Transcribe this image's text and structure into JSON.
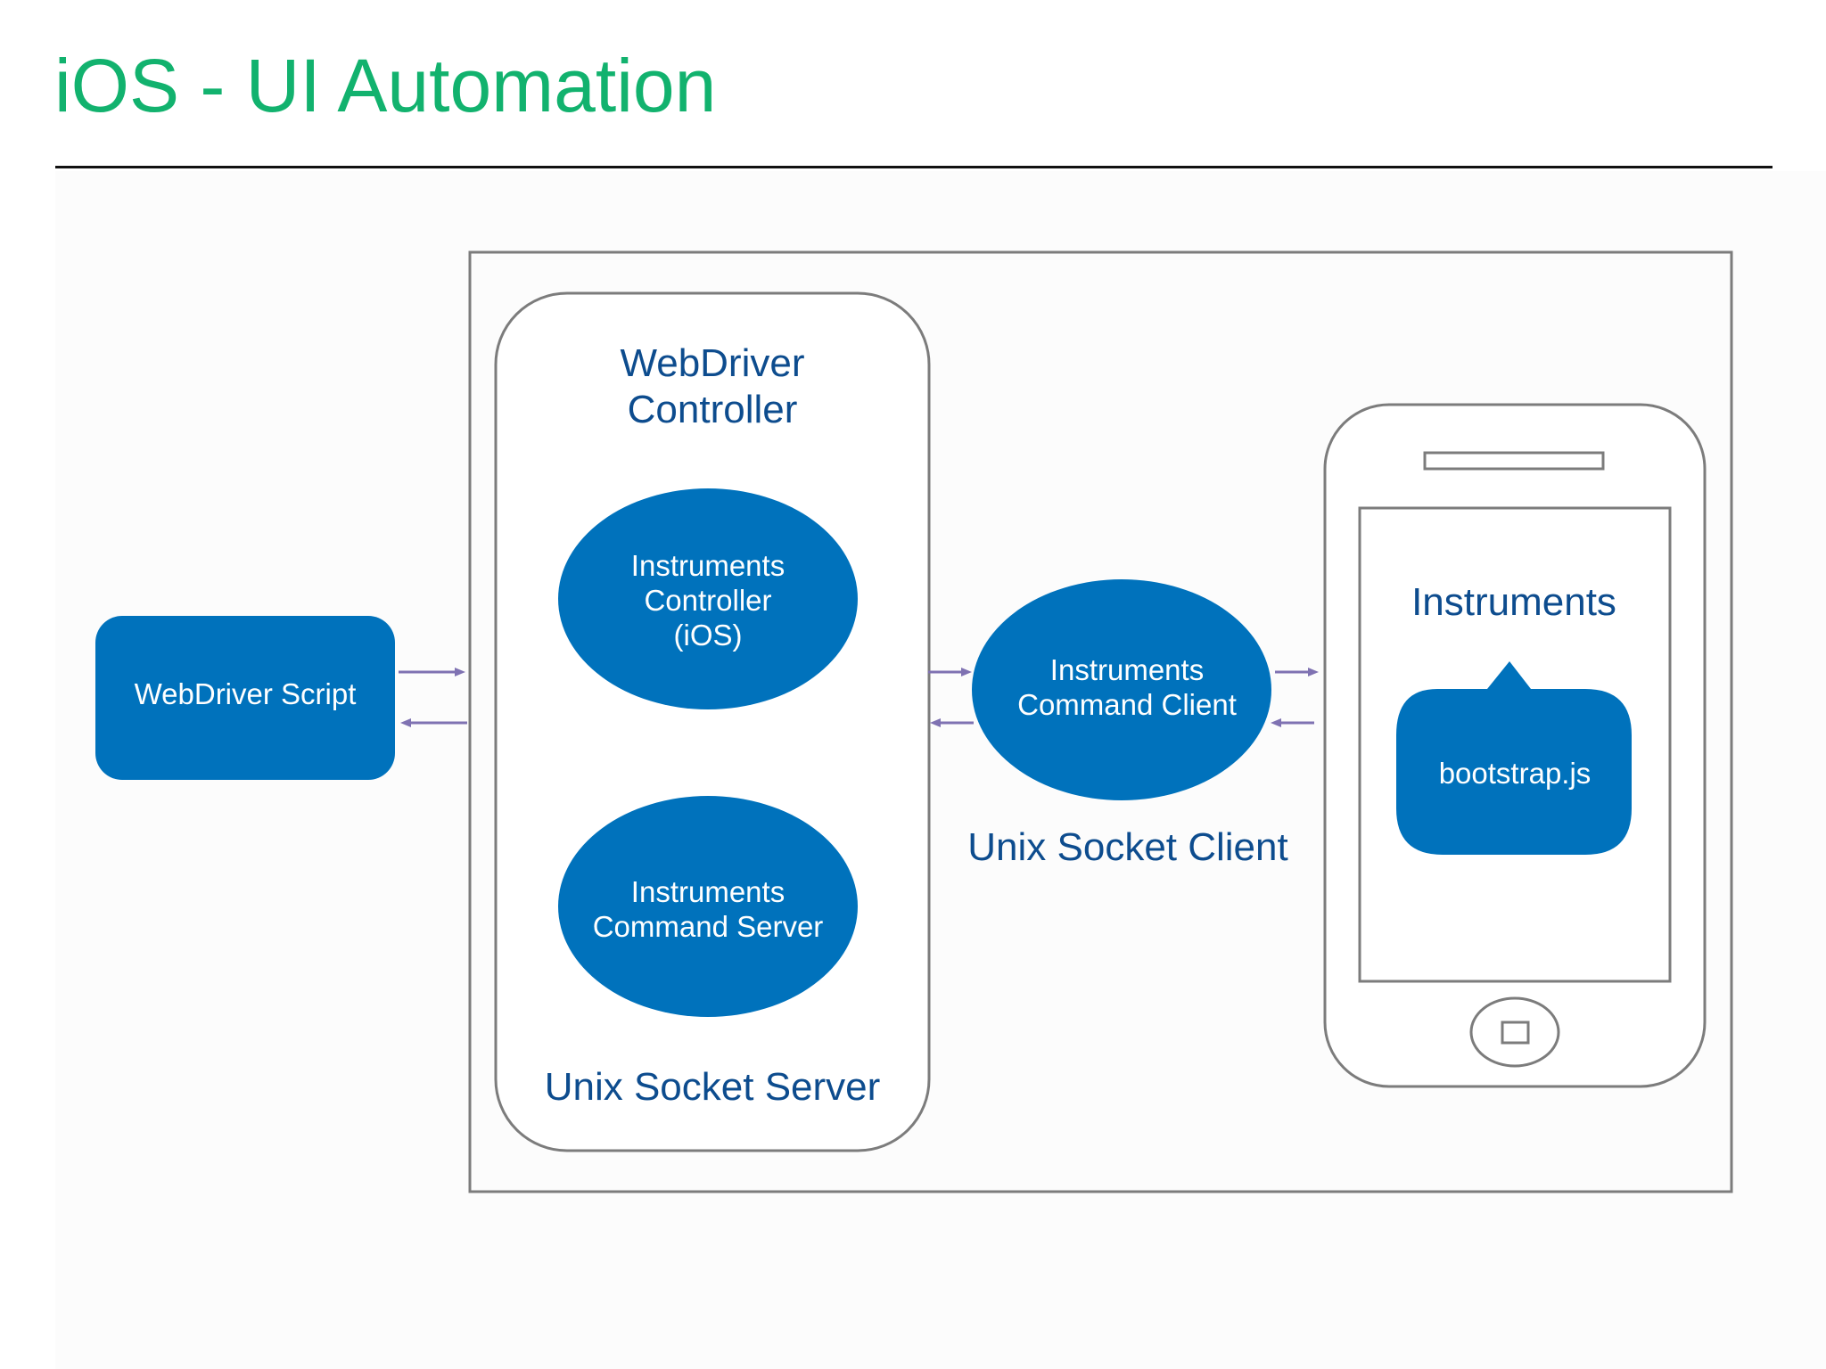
{
  "slide": {
    "title": "iOS - UI Automation"
  },
  "colors": {
    "title": "#12b26e",
    "accent_blue": "#0072bc",
    "label_blue": "#0d4c8e",
    "outline_gray": "#7c7c7c",
    "arrow_purple": "#7f72b2"
  },
  "diagram": {
    "webdriver_script": "WebDriver Script",
    "controller": {
      "title_line1": "WebDriver",
      "title_line2": "Controller",
      "instruments_controller": [
        "Instruments",
        "Controller",
        "(iOS)"
      ],
      "command_server": [
        "Instruments",
        "Command Server"
      ],
      "socket_label": "Unix Socket Server"
    },
    "command_client": [
      "Instruments",
      "Command Client"
    ],
    "socket_client_label": "Unix Socket Client",
    "device": {
      "instruments_label": "Instruments",
      "bootstrap_label": "bootstrap.js"
    }
  }
}
